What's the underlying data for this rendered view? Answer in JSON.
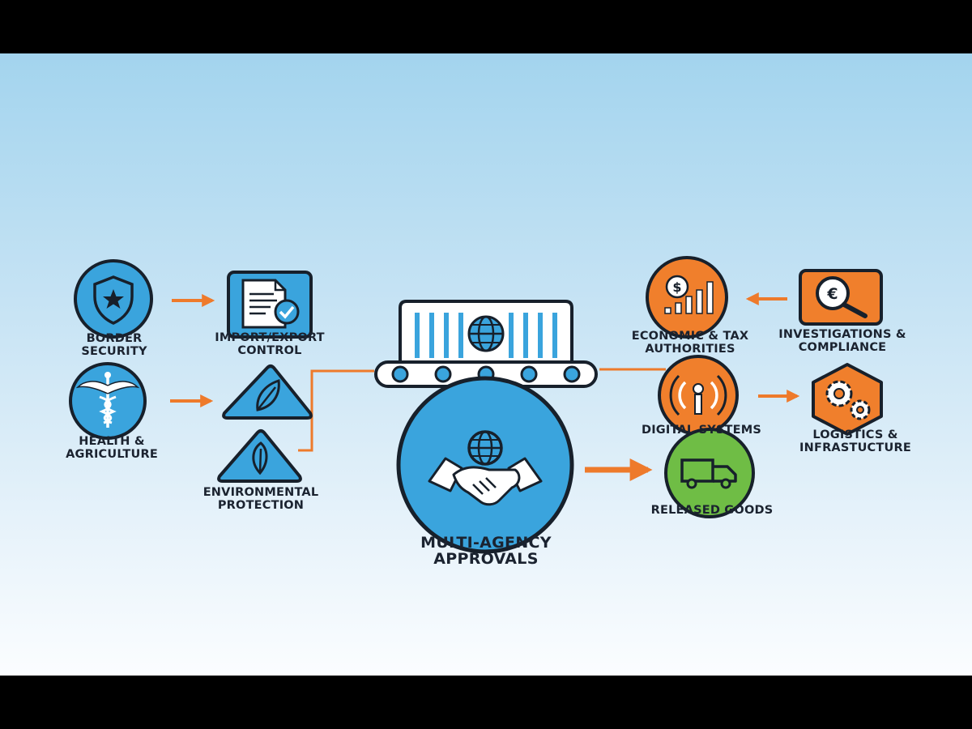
{
  "colors": {
    "blue": "#3aa4dd",
    "orange": "#f07f2c",
    "green": "#6fbd45",
    "stroke": "#17202b",
    "arrow": "#ee7a2b"
  },
  "nodes": {
    "border_security": {
      "icon": "shield-star-icon",
      "line1": "BORDER",
      "line2": "SECURITY"
    },
    "import_export": {
      "icon": "document-check-icon",
      "line1": "IMPORT/EXPORT",
      "line2": "CONTROL"
    },
    "health_agriculture": {
      "icon": "caduceus-icon",
      "line1": "HEALTH &",
      "line2": "AGRICULTURE"
    },
    "leaf_triangle_top": {
      "icon": "leaf-icon"
    },
    "environmental": {
      "icon": "leaf-icon",
      "line1": "ENVIRONMENTAL",
      "line2": "PROTECTION"
    },
    "customs_terminal": {
      "icon": "globe-conveyor-icon"
    },
    "multi_agency": {
      "icon": "handshake-globe-icon",
      "line1": "MULTI-AGENCY",
      "line2": "APPROVALS"
    },
    "economic_tax": {
      "icon": "dollar-chart-icon",
      "line1": "ECONOMIC & TAX",
      "line2": "AUTHORITIES"
    },
    "investigations": {
      "icon": "euro-magnifier-icon",
      "line1": "INVESTIGATIONS &",
      "line2": "COMPLIANCE"
    },
    "digital_systems": {
      "icon": "antenna-icon",
      "line1": "DIGITAL SYSTEMS"
    },
    "logistics": {
      "icon": "gears-icon",
      "line1": "LOGISTICS &",
      "line2": "INFRASTUCTURE"
    },
    "released_goods": {
      "icon": "truck-icon",
      "line1": "RELEASED GOODS"
    }
  }
}
